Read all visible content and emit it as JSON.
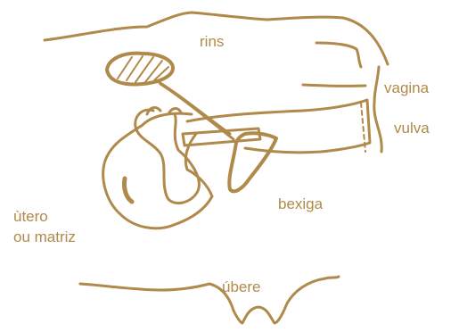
{
  "labels": {
    "rins": "rins",
    "vagina": "vagina",
    "vulva": "vulva",
    "bexiga": "bexiga",
    "utero_line1": "ùtero",
    "utero_line2": "ou matriz",
    "ubere": "úbere"
  },
  "colors": {
    "stroke": "#b08a4b",
    "text": "#b08a4b",
    "kidney_fill": "#ffffff"
  }
}
